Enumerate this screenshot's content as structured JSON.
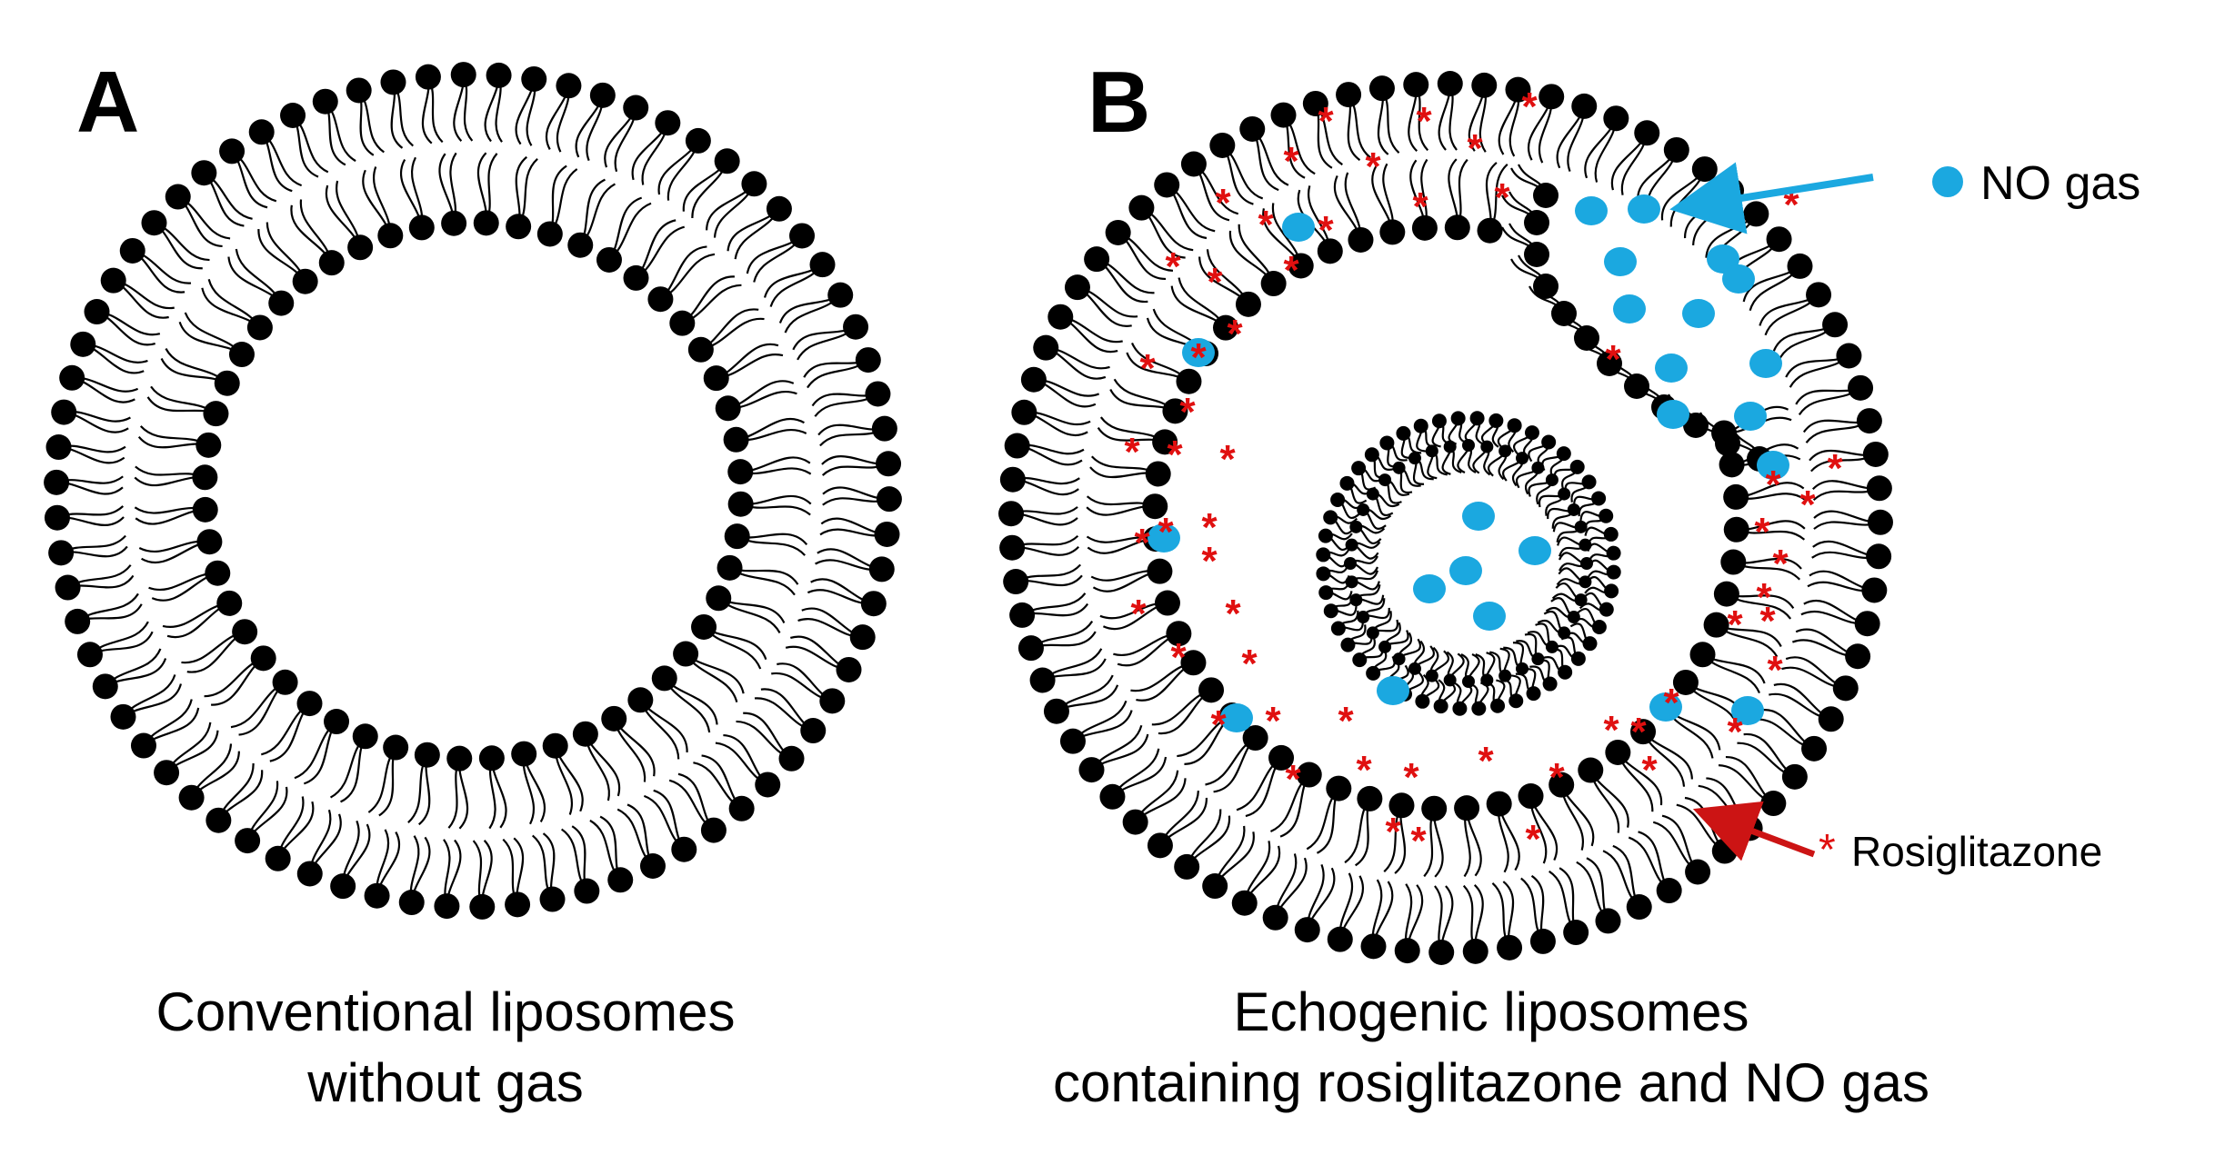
{
  "panels": {
    "a": {
      "label": "A",
      "caption_line1": "Conventional liposomes",
      "caption_line2": "without gas"
    },
    "b": {
      "label": "B",
      "caption_line1": "Echogenic liposomes",
      "caption_line2": "containing rosiglitazone and NO gas"
    }
  },
  "legend": {
    "no_gas": {
      "label": "NO gas",
      "color": "#1ba8e0",
      "icon": "blue-dot-icon"
    },
    "rosiglitazone": {
      "symbol": "*",
      "label": "Rosiglitazone",
      "color": "#e01010",
      "icon": "red-asterisk-icon"
    }
  },
  "colors": {
    "lipid_head": "#000000",
    "lipid_tail": "#000000",
    "gas": "#1ba8e0",
    "drug": "#e01010",
    "no_arrow": "#1ba8e0",
    "drug_arrow": "#cc1414"
  }
}
